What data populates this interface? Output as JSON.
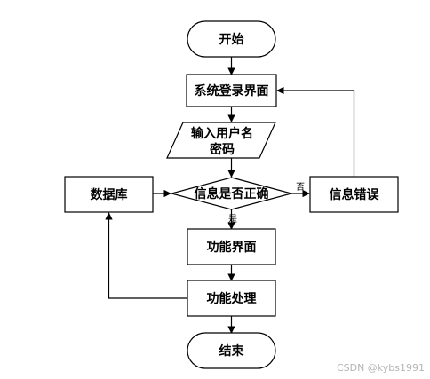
{
  "nodes": {
    "start": "开始",
    "login": "系统登录界面",
    "input_line1": "输入用户名",
    "input_line2": "密码",
    "decision": "信息是否正确",
    "database": "数据库",
    "error": "信息错误",
    "func_ui": "功能界面",
    "func_proc": "功能处理",
    "end": "结束"
  },
  "labels": {
    "no": "否",
    "yes": "是"
  },
  "watermark": "CSDN @kybs1991"
}
